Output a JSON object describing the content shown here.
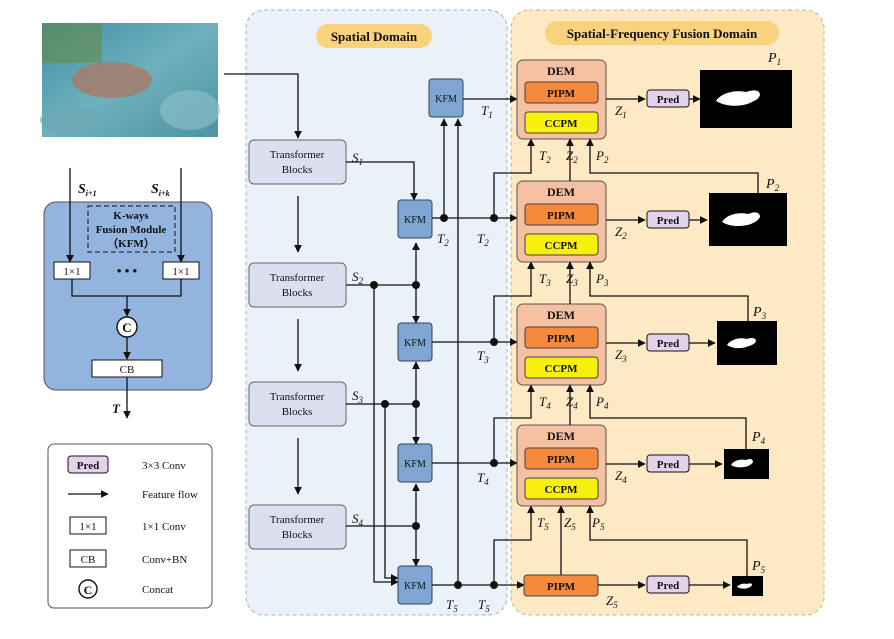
{
  "domains": {
    "spatial": "Spatial Domain",
    "fusion": "Spatial-Frequency Fusion Domain"
  },
  "inset": {
    "input_left": "S",
    "input_left_sub": "i+1",
    "input_right": "S",
    "input_right_sub": "i+k",
    "module_line1": "K-ways",
    "module_line2": "Fusion Module",
    "module_line3": "（KFM）",
    "conv_label": "1×1",
    "dots": "• • •",
    "concat_symbol": "C",
    "cb_label": "CB",
    "output": "T"
  },
  "legend": [
    {
      "symbol": "Pred",
      "desc": "3×3 Conv"
    },
    {
      "symbol": "arrow",
      "desc": "Feature flow"
    },
    {
      "symbol": "1×1",
      "desc": "1×1 Conv"
    },
    {
      "symbol": "CB",
      "desc": "Conv+BN"
    },
    {
      "symbol": "C",
      "desc": "Concat"
    }
  ],
  "transformer": {
    "line1": "Transformer",
    "line2": "Blocks",
    "outputs": [
      "S1",
      "S2",
      "S3",
      "S4"
    ]
  },
  "kfm_label": "KFM",
  "dem": {
    "title": "DEM",
    "pipm": "PIPM",
    "ccpm": "CCPM"
  },
  "pred_label": "Pred",
  "labels": {
    "S": "S",
    "T": "T",
    "Z": "Z",
    "P": "P",
    "subs": [
      "1",
      "2",
      "3",
      "4",
      "5"
    ]
  },
  "colors": {
    "spatial_bg": "#eaf1f8",
    "fusion_bg": "#fde9c4",
    "domain_tag": "#f8d27c",
    "transformer": "#dcdff0",
    "kfm": "#7fa5d2",
    "dem": "#f6c1a3",
    "pipm": "#f58a3c",
    "ccpm": "#f7f00f",
    "pred": "#e2d3ea",
    "inset_bg": "#92b4de"
  }
}
